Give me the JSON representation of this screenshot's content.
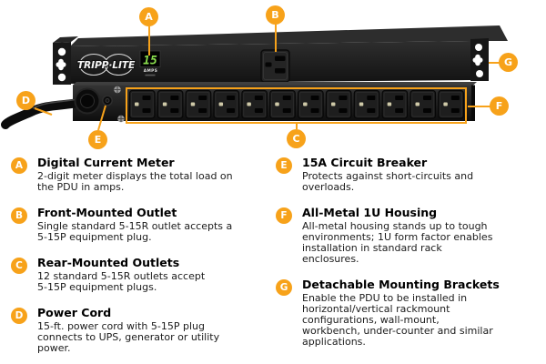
{
  "accent_color": "#F7A21A",
  "device": {
    "brand": "TRIPP·LITE",
    "meter": {
      "value": "15",
      "unit": "AMPS"
    }
  },
  "features_left": [
    {
      "letter": "A",
      "title": "Digital Current Meter",
      "description": "2-digit meter displays the total load on\nthe PDU in amps."
    },
    {
      "letter": "B",
      "title": "Front-Mounted Outlet",
      "description": "Single standard 5-15R outlet accepts a\n5-15P equipment plug."
    },
    {
      "letter": "C",
      "title": "Rear-Mounted Outlets",
      "description": "12 standard 5-15R outlets accept\n5-15P equipment plugs."
    },
    {
      "letter": "D",
      "title": "Power Cord",
      "description": "15-ft. power cord with 5-15P plug\nconnects to UPS, generator or utility\npower."
    }
  ],
  "features_right": [
    {
      "letter": "E",
      "title": "15A Circuit Breaker",
      "description": "Protects against short-circuits and\noverloads."
    },
    {
      "letter": "F",
      "title": "All-Metal 1U Housing",
      "description": "All-metal housing stands up to tough\nenvironments; 1U form factor enables\ninstallation in standard rack\nenclosures."
    },
    {
      "letter": "G",
      "title": "Detachable Mounting Brackets",
      "description": "Enable the PDU to be installed in\nhorizontal/vertical rackmount\nconfigurations, wall-mount,\nworkbench, under-counter and similar\napplications."
    }
  ]
}
